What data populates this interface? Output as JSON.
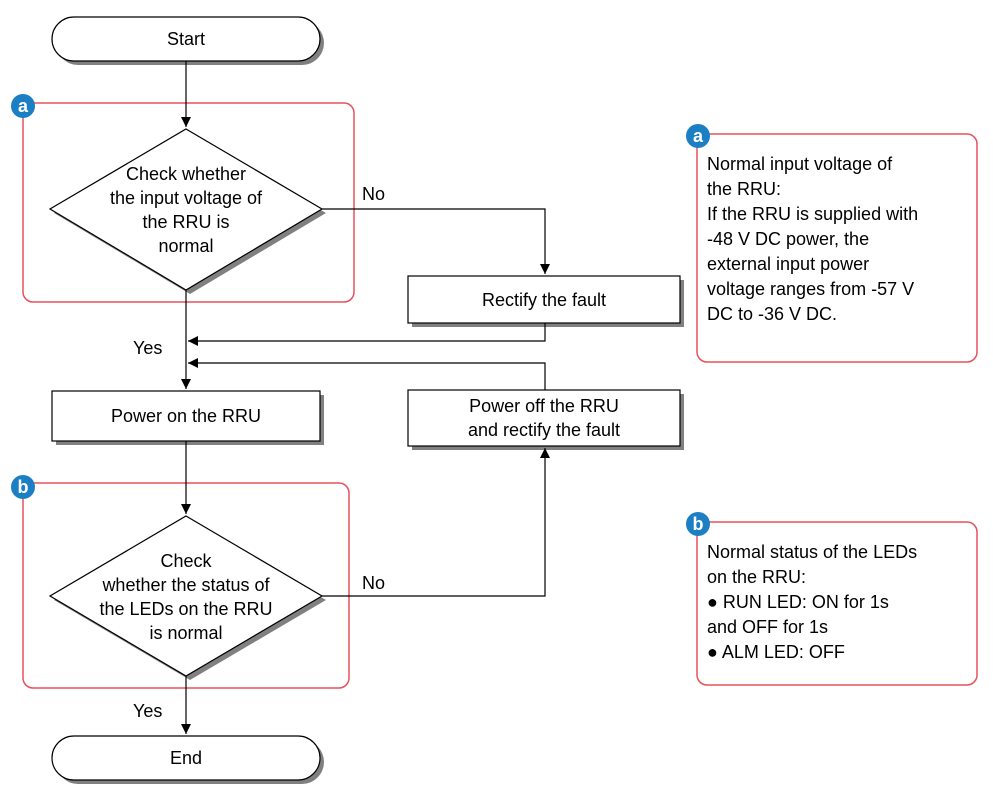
{
  "nodes": {
    "start": "Start",
    "check_voltage": "Check whether\nthe input voltage of\nthe RRU is\nnormal",
    "rectify_fault": "Rectify the fault",
    "power_on": "Power on the RRU",
    "power_off_rectify": "Power off the RRU\nand rectify the fault",
    "check_leds": "Check\nwhether the status of\nthe LEDs on the RRU\nis normal",
    "end": "End"
  },
  "edges": {
    "no_voltage": "No",
    "yes_voltage": "Yes",
    "no_leds": "No",
    "yes_leds": "Yes"
  },
  "groups": {
    "a_badge": "a",
    "b_badge": "b"
  },
  "notes": {
    "a": {
      "badge": "a",
      "lines": [
        "Normal input voltage of",
        "the RRU:",
        "If the RRU is supplied with",
        "-48 V DC power, the",
        "external input power",
        "voltage ranges from -57 V",
        "DC to -36 V DC."
      ]
    },
    "b": {
      "badge": "b",
      "lines": [
        "Normal status of the LEDs",
        "on the RRU:",
        "● RUN LED: ON for 1s",
        "and OFF for 1s",
        "● ALM LED: OFF"
      ]
    }
  },
  "colors": {
    "group_border": "#e8505b",
    "badge_fill": "#1c7fc4",
    "shape_border": "#000000",
    "shadow": "#808080"
  }
}
